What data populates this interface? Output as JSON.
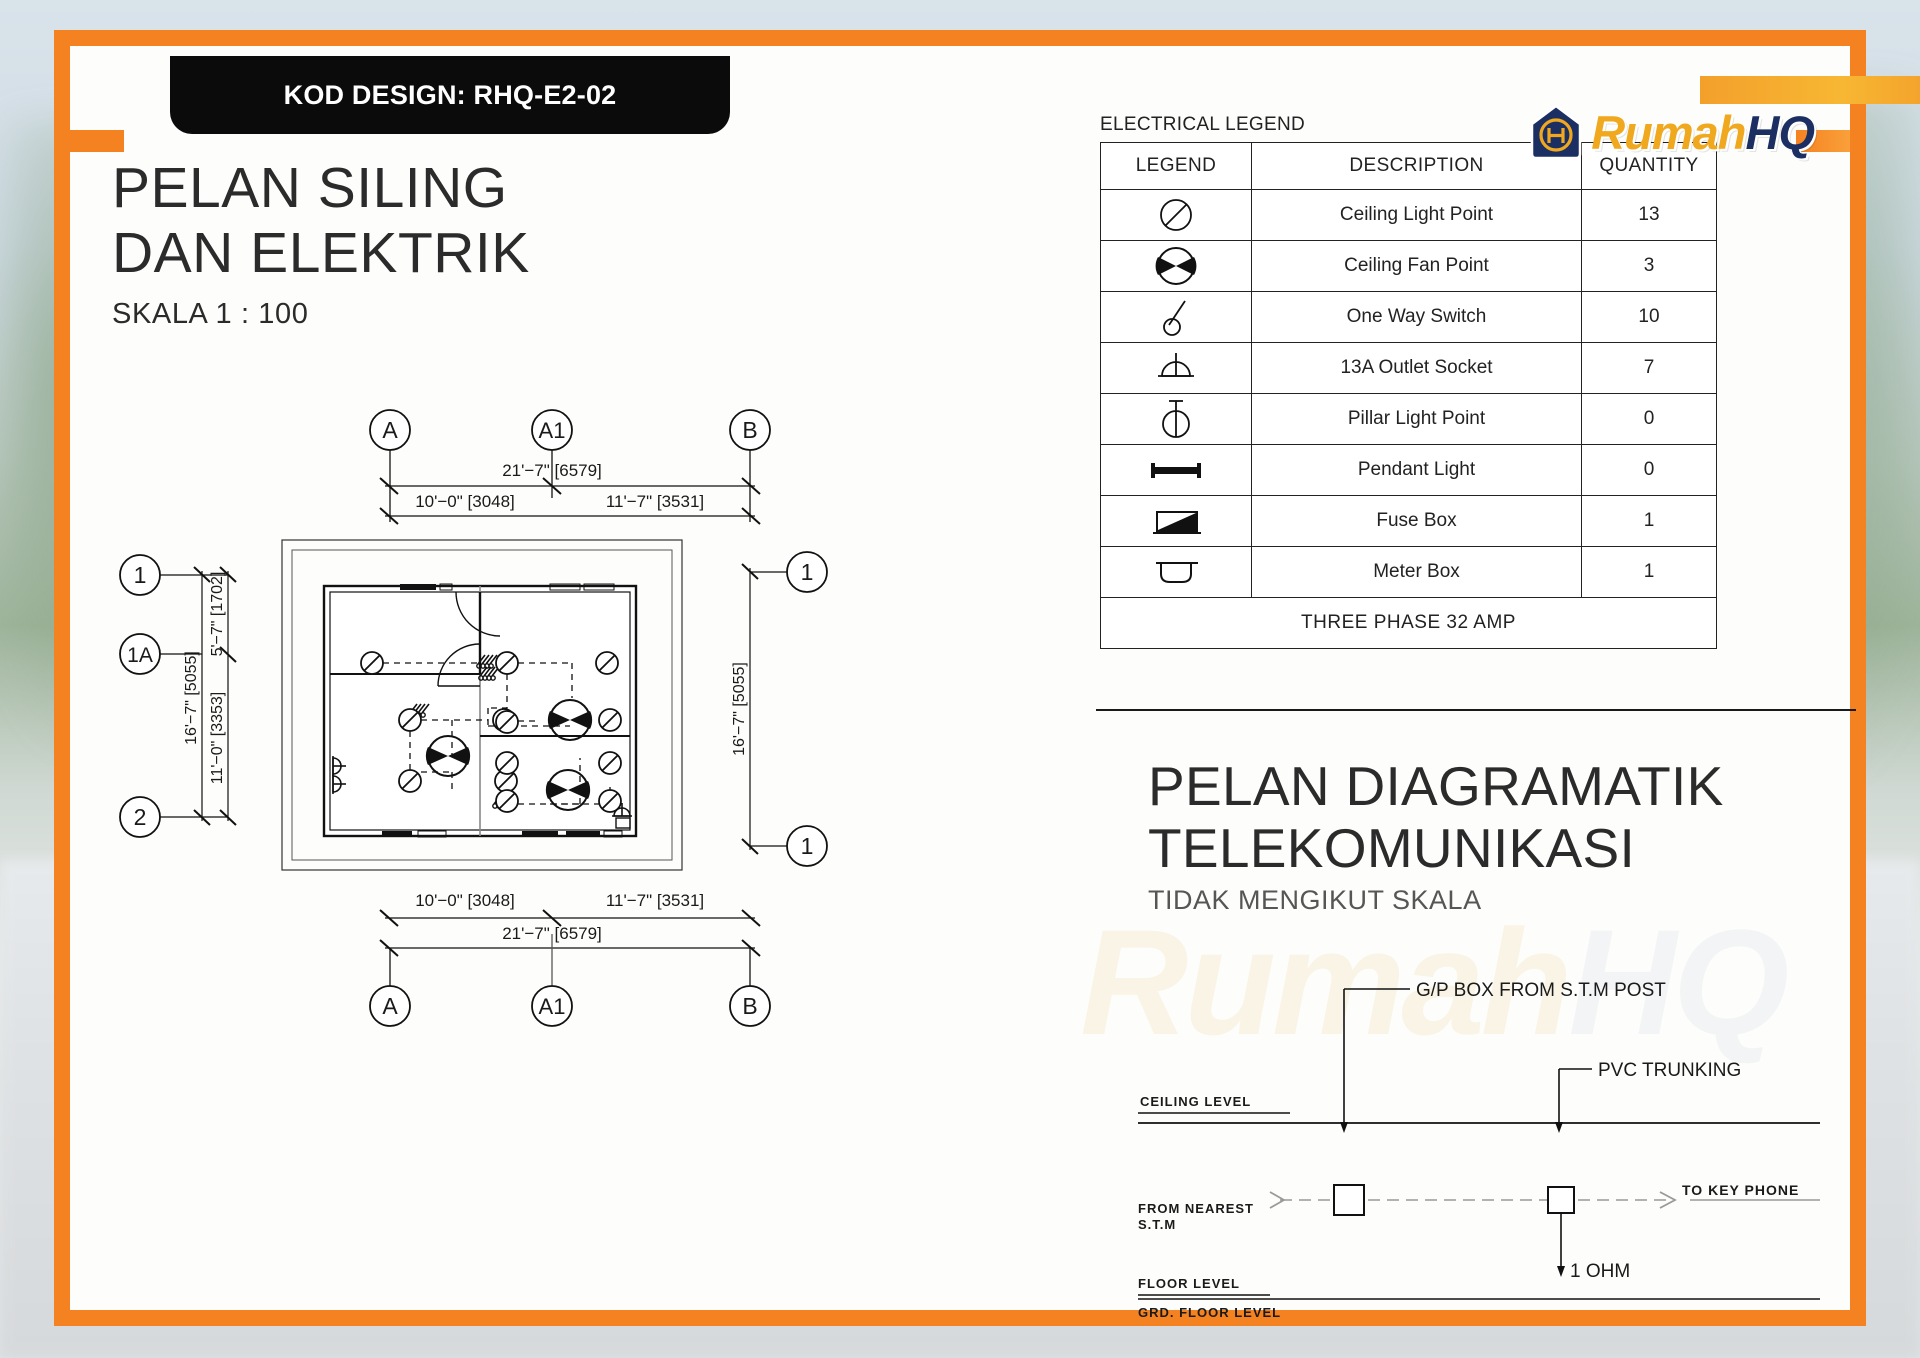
{
  "sheet": {
    "code_tag": "KOD DESIGN: RHQ-E2-02",
    "brand": {
      "part1": "Rumah",
      "part2": "HQ",
      "icon": "house-logo-icon"
    },
    "frame_color": "#f58220",
    "accent_gold": "#f0a81e",
    "accent_navy": "#1c2f63"
  },
  "plan_title": {
    "line1": "PELAN SILING",
    "line2": "DAN ELEKTRIK",
    "scale": "SKALA 1 : 100"
  },
  "floor_plan": {
    "top_grid_labels": [
      "A",
      "A1",
      "B"
    ],
    "top_dimensions": {
      "overall": "21'-7\"  [6579]",
      "left": "10'-0\"  [3048]",
      "right": "11'-7\"  [3531]"
    },
    "bottom_grid_labels": [
      "A",
      "A1",
      "B"
    ],
    "bottom_dimensions": {
      "overall": "21'-7\"  [6579]",
      "left": "10'-0\"  [3048]",
      "right": "11'-7\"  [3531]"
    },
    "left_grid_labels": [
      "1",
      "1A",
      "2"
    ],
    "left_dimensions": {
      "overall": "16'-7\" [5055]",
      "upper": "5'-7\" [1702]",
      "lower": "11'-0\" [3353]"
    },
    "right_grid_labels": [
      "1",
      "1"
    ],
    "right_dimension": "16'-7\" [5055]"
  },
  "legend": {
    "caption": "ELECTRICAL LEGEND",
    "headers": [
      "LEGEND",
      "DESCRIPTION",
      "QUANTITY"
    ],
    "rows": [
      {
        "symbol": "ceiling-light-point-icon",
        "description": "Ceiling Light Point",
        "quantity": "13"
      },
      {
        "symbol": "ceiling-fan-point-icon",
        "description": "Ceiling Fan Point",
        "quantity": "3"
      },
      {
        "symbol": "one-way-switch-icon",
        "description": "One Way Switch",
        "quantity": "10"
      },
      {
        "symbol": "outlet-socket-icon",
        "description": "13A Outlet Socket",
        "quantity": "7"
      },
      {
        "symbol": "pillar-light-point-icon",
        "description": "Pillar Light Point",
        "quantity": "0"
      },
      {
        "symbol": "pendant-light-icon",
        "description": "Pendant Light",
        "quantity": "0"
      },
      {
        "symbol": "fuse-box-icon",
        "description": "Fuse Box",
        "quantity": "1"
      },
      {
        "symbol": "meter-box-icon",
        "description": "Meter Box",
        "quantity": "1"
      }
    ],
    "footer": "THREE PHASE 32 AMP"
  },
  "telecom": {
    "title_line1": "PELAN DIAGRAMATIK",
    "title_line2": "TELEKOMUNIKASI",
    "subtitle": "TIDAK MENGIKUT SKALA",
    "labels": {
      "gp_box": "G/P BOX FROM  S.T.M  POST",
      "pvc_trunking": "PVC TRUNKING",
      "ceiling_level": "CEILING LEVEL",
      "from_nearest_1": "FROM  NEAREST",
      "from_nearest_2": "S.T.M",
      "to_key_phone": "TO KEY PHONE",
      "ohm": "1 OHM",
      "floor_level": "FLOOR LEVEL",
      "grd_floor_level": "GRD. FLOOR LEVEL"
    }
  }
}
